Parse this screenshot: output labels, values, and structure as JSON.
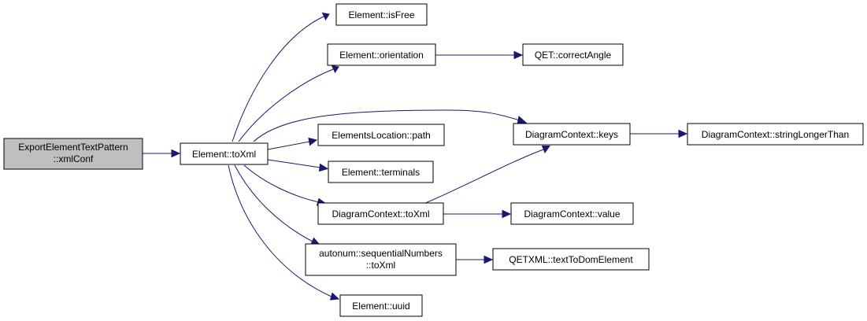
{
  "colors": {
    "edge": "#191970",
    "node_fill": "#ffffff",
    "root_fill": "#bfbfbf",
    "border": "#000000"
  },
  "nodes": {
    "root": {
      "lines": [
        "ExportElementTextPattern",
        "::xmlConf"
      ]
    },
    "element_toxml": {
      "lines": [
        "Element::toXml"
      ]
    },
    "element_isfree": {
      "lines": [
        "Element::isFree"
      ]
    },
    "element_orientation": {
      "lines": [
        "Element::orientation"
      ]
    },
    "qet_correctangle": {
      "lines": [
        "QET::correctAngle"
      ]
    },
    "elementslocation_path": {
      "lines": [
        "ElementsLocation::path"
      ]
    },
    "element_terminals": {
      "lines": [
        "Element::terminals"
      ]
    },
    "diagramcontext_keys": {
      "lines": [
        "DiagramContext::keys"
      ]
    },
    "diagramcontext_stringlongerthan": {
      "lines": [
        "DiagramContext::stringLongerThan"
      ]
    },
    "diagramcontext_toxml": {
      "lines": [
        "DiagramContext::toXml"
      ]
    },
    "diagramcontext_value": {
      "lines": [
        "DiagramContext::value"
      ]
    },
    "autonum_sequentialnumbers_toxml": {
      "lines": [
        "autonum::sequentialNumbers",
        "::toXml"
      ]
    },
    "qetxml_texttodomelement": {
      "lines": [
        "QETXML::textToDomElement"
      ]
    },
    "element_uuid": {
      "lines": [
        "Element::uuid"
      ]
    }
  },
  "edges": [
    {
      "from": "root",
      "to": "element_toxml"
    },
    {
      "from": "element_toxml",
      "to": "element_isfree"
    },
    {
      "from": "element_toxml",
      "to": "element_orientation"
    },
    {
      "from": "element_toxml",
      "to": "diagramcontext_keys"
    },
    {
      "from": "element_toxml",
      "to": "elementslocation_path"
    },
    {
      "from": "element_toxml",
      "to": "element_terminals"
    },
    {
      "from": "element_toxml",
      "to": "diagramcontext_toxml"
    },
    {
      "from": "element_toxml",
      "to": "autonum_sequentialnumbers_toxml"
    },
    {
      "from": "element_toxml",
      "to": "element_uuid"
    },
    {
      "from": "element_orientation",
      "to": "qet_correctangle"
    },
    {
      "from": "diagramcontext_keys",
      "to": "diagramcontext_stringlongerthan"
    },
    {
      "from": "diagramcontext_toxml",
      "to": "diagramcontext_keys"
    },
    {
      "from": "diagramcontext_toxml",
      "to": "diagramcontext_value"
    },
    {
      "from": "autonum_sequentialnumbers_toxml",
      "to": "qetxml_texttodomelement"
    }
  ]
}
